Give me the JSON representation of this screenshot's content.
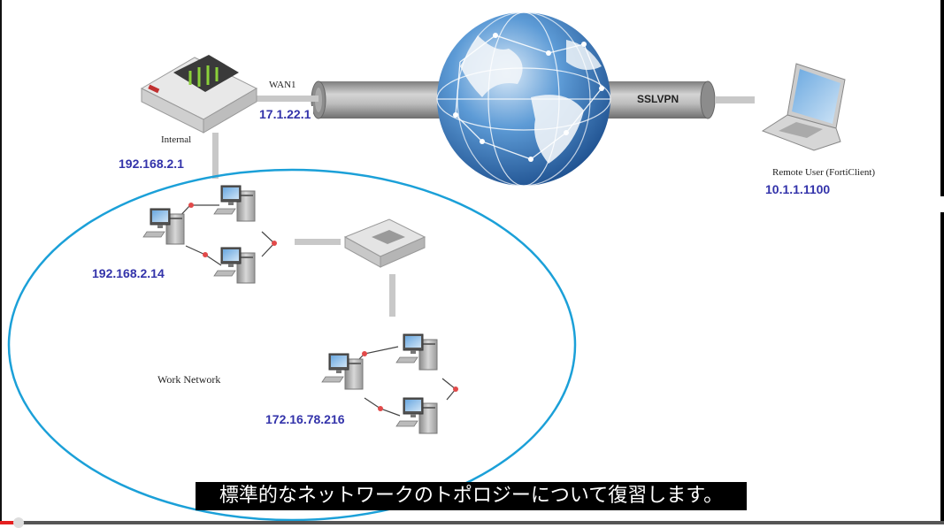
{
  "diagram": {
    "labels": {
      "wan": "WAN1",
      "wan_ip": "17.1.22.1",
      "internal": "Internal",
      "internal_ip": "192.168.2.1",
      "tunnel": "SSLVPN",
      "remote_user": "Remote User (FortiClient)",
      "remote_ip": "10.1.1.1100",
      "host_ip_1": "192.168.2.14",
      "host_ip_2": "172.16.78.216",
      "network": "Work Network"
    },
    "icons": {
      "firewall": "firewall-appliance-icon",
      "globe": "internet-globe-icon",
      "laptop": "laptop-icon",
      "switch": "network-switch-icon",
      "computer": "desktop-computer-icon"
    },
    "colors": {
      "ellipse": "#1ba0d8",
      "ip_text": "#3333aa",
      "link": "#c8c8c8",
      "node_dot": "#e24a4a",
      "globe": "#2f7ac0"
    }
  },
  "player": {
    "subtitle": "標準的なネットワークのトポロジーについて復習します。",
    "progress": 0.02
  }
}
